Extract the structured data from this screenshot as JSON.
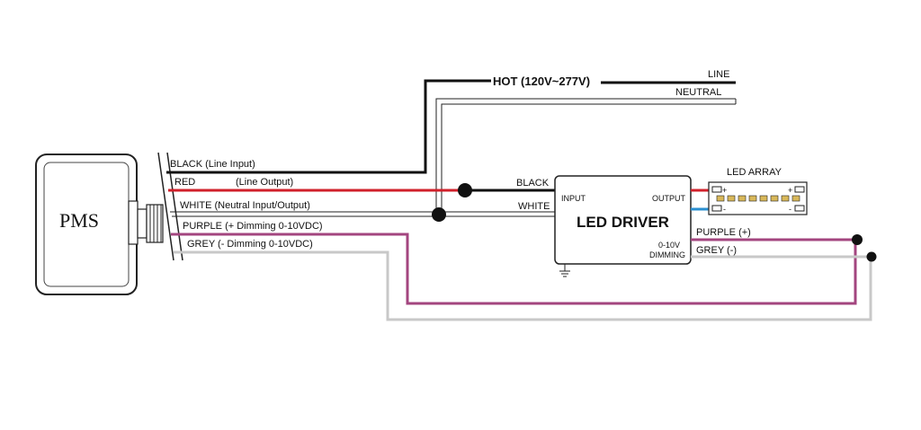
{
  "hot_label": "HOT (120V~277V)",
  "line_label": "LINE",
  "neutral_label": "NEUTRAL",
  "pms": {
    "label": "PMS",
    "wires": {
      "black": "BLACK (Line Input)",
      "red": "RED",
      "red_note": "(Line Output)",
      "white": "WHITE (Neutral Input/Output)",
      "purple": "PURPLE (+ Dimming 0-10VDC)",
      "grey": "GREY (- Dimming 0-10VDC)"
    }
  },
  "driver": {
    "title": "LED DRIVER",
    "input": "INPUT",
    "output": "OUTPUT",
    "dimming_line1": "0-10V",
    "dimming_line2": "DIMMING",
    "black": "BLACK",
    "white": "WHITE",
    "purple": "PURPLE (+)",
    "grey": "GREY (-)"
  },
  "led_array": {
    "title": "LED ARRAY",
    "plus": "+",
    "minus": "-"
  },
  "colors": {
    "hot": "#111111",
    "red": "#d0202a",
    "purple": "#a3457f",
    "grey": "#c8c8c8",
    "blue": "#2a8fd0",
    "led": "#d9b85a"
  }
}
